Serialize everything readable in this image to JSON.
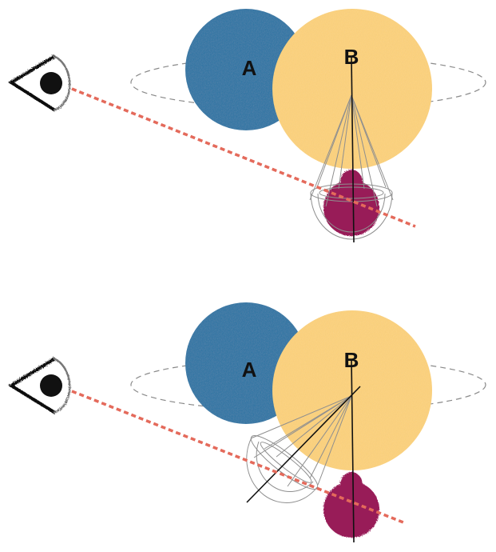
{
  "colors": {
    "star_a": "#2c74a4",
    "star_b": "#fdd27a",
    "planet": "#981b58",
    "sight_line": "#e46a5b",
    "orbit": "#8a8a8a",
    "cone": "#8f8f8f",
    "axis": "#111111",
    "eye": "#111111"
  },
  "panels": [
    {
      "label_a": "A",
      "label_b": "B",
      "cone_direction": "down",
      "icon": "eye-icon"
    },
    {
      "label_a": "A",
      "label_b": "B",
      "cone_direction": "tilted-left",
      "icon": "eye-icon"
    }
  ]
}
